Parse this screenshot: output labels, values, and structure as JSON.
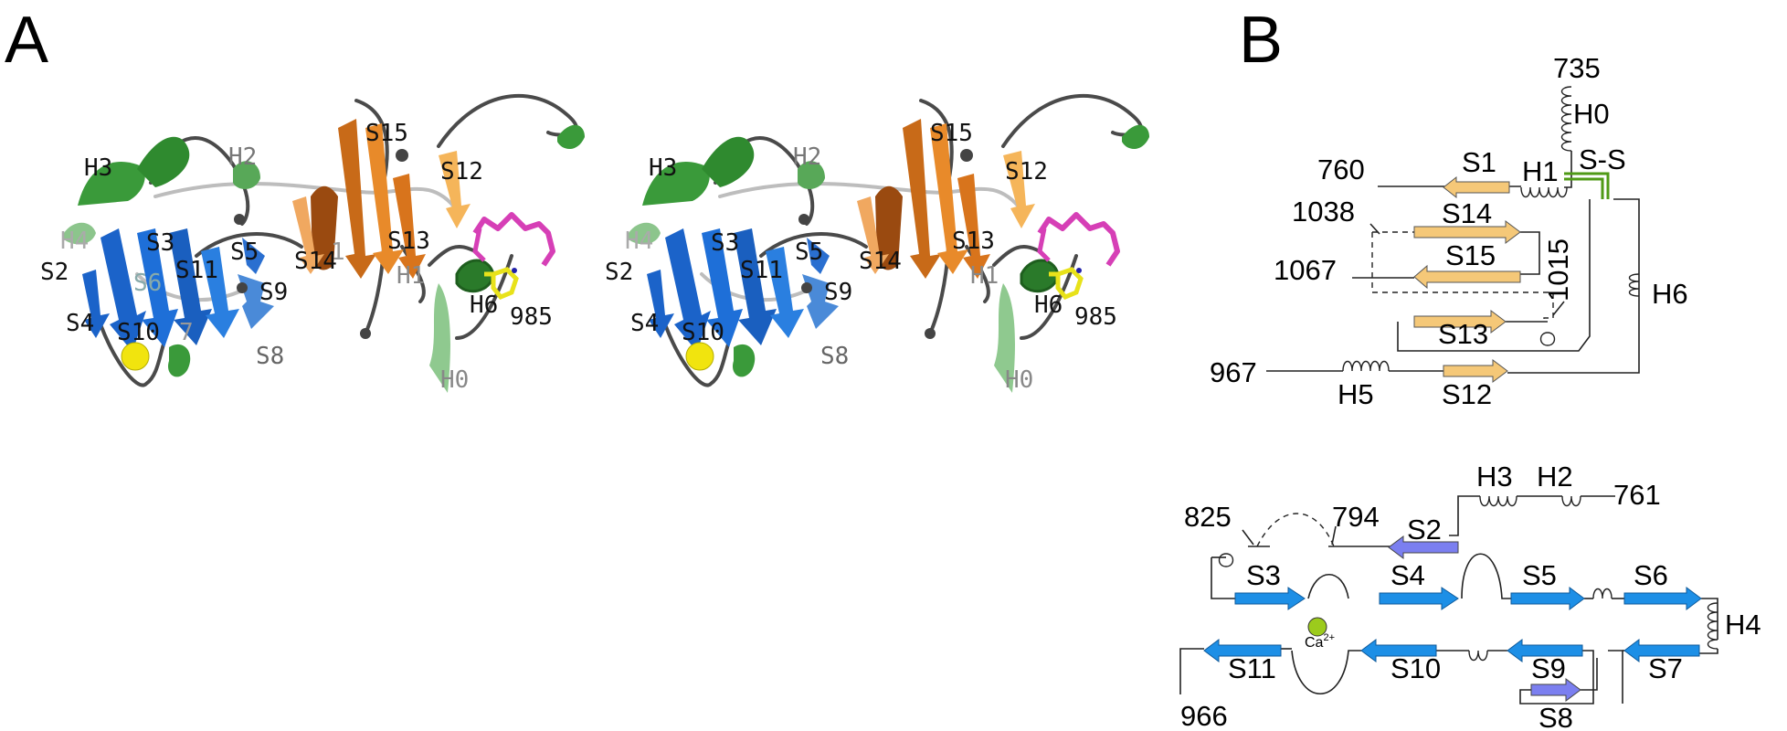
{
  "panels": {
    "a": "A",
    "b": "B"
  },
  "colors": {
    "strand_orange": "#f5c878",
    "strand_blue": "#1d8fe6",
    "strand_purple": "#7b7ff0",
    "calcium": "#9ccb1c",
    "disulfide": "#4f9a16",
    "helix_green": "#3a9a3a",
    "ligand_magenta": "#d63fb6",
    "ligand_yellow": "#e8e21a",
    "sphere_yellow": "#f1e40e"
  },
  "structure_labels": {
    "H3": "H3",
    "H2": "H2",
    "H4": "H4",
    "S2": "S2",
    "S3": "S3",
    "S4": "S4",
    "S5": "S5",
    "S10": "S10",
    "S11": "S11",
    "S9": "S9",
    "S8": "S8",
    "S14": "S14",
    "S15": "S15",
    "S12": "S12",
    "S13": "S13",
    "H1": "H1",
    "H6": "H6",
    "r985": "985",
    "H0": "H0",
    "S6frag": "S6",
    "s7frag": "7",
    "h1frag": "1"
  },
  "topology": {
    "r735": "735",
    "H0": "H0",
    "S1": "S1",
    "H1": "H1",
    "SS": "S-S",
    "r760": "760",
    "r1038": "1038",
    "S14": "S14",
    "S15": "S15",
    "r1067": "1067",
    "r1015": "1015",
    "H6": "H6",
    "S13": "S13",
    "r967": "967",
    "H5": "H5",
    "S12": "S12",
    "H3": "H3",
    "H2": "H2",
    "r761": "761",
    "r825": "825",
    "r794": "794",
    "S2": "S2",
    "S3": "S3",
    "S4": "S4",
    "S5": "S5",
    "S6": "S6",
    "H4": "H4",
    "S11": "S11",
    "ca": "Ca",
    "ca_charge": "2+",
    "S10": "S10",
    "S9": "S9",
    "S7": "S7",
    "r966": "966",
    "S8": "S8"
  }
}
